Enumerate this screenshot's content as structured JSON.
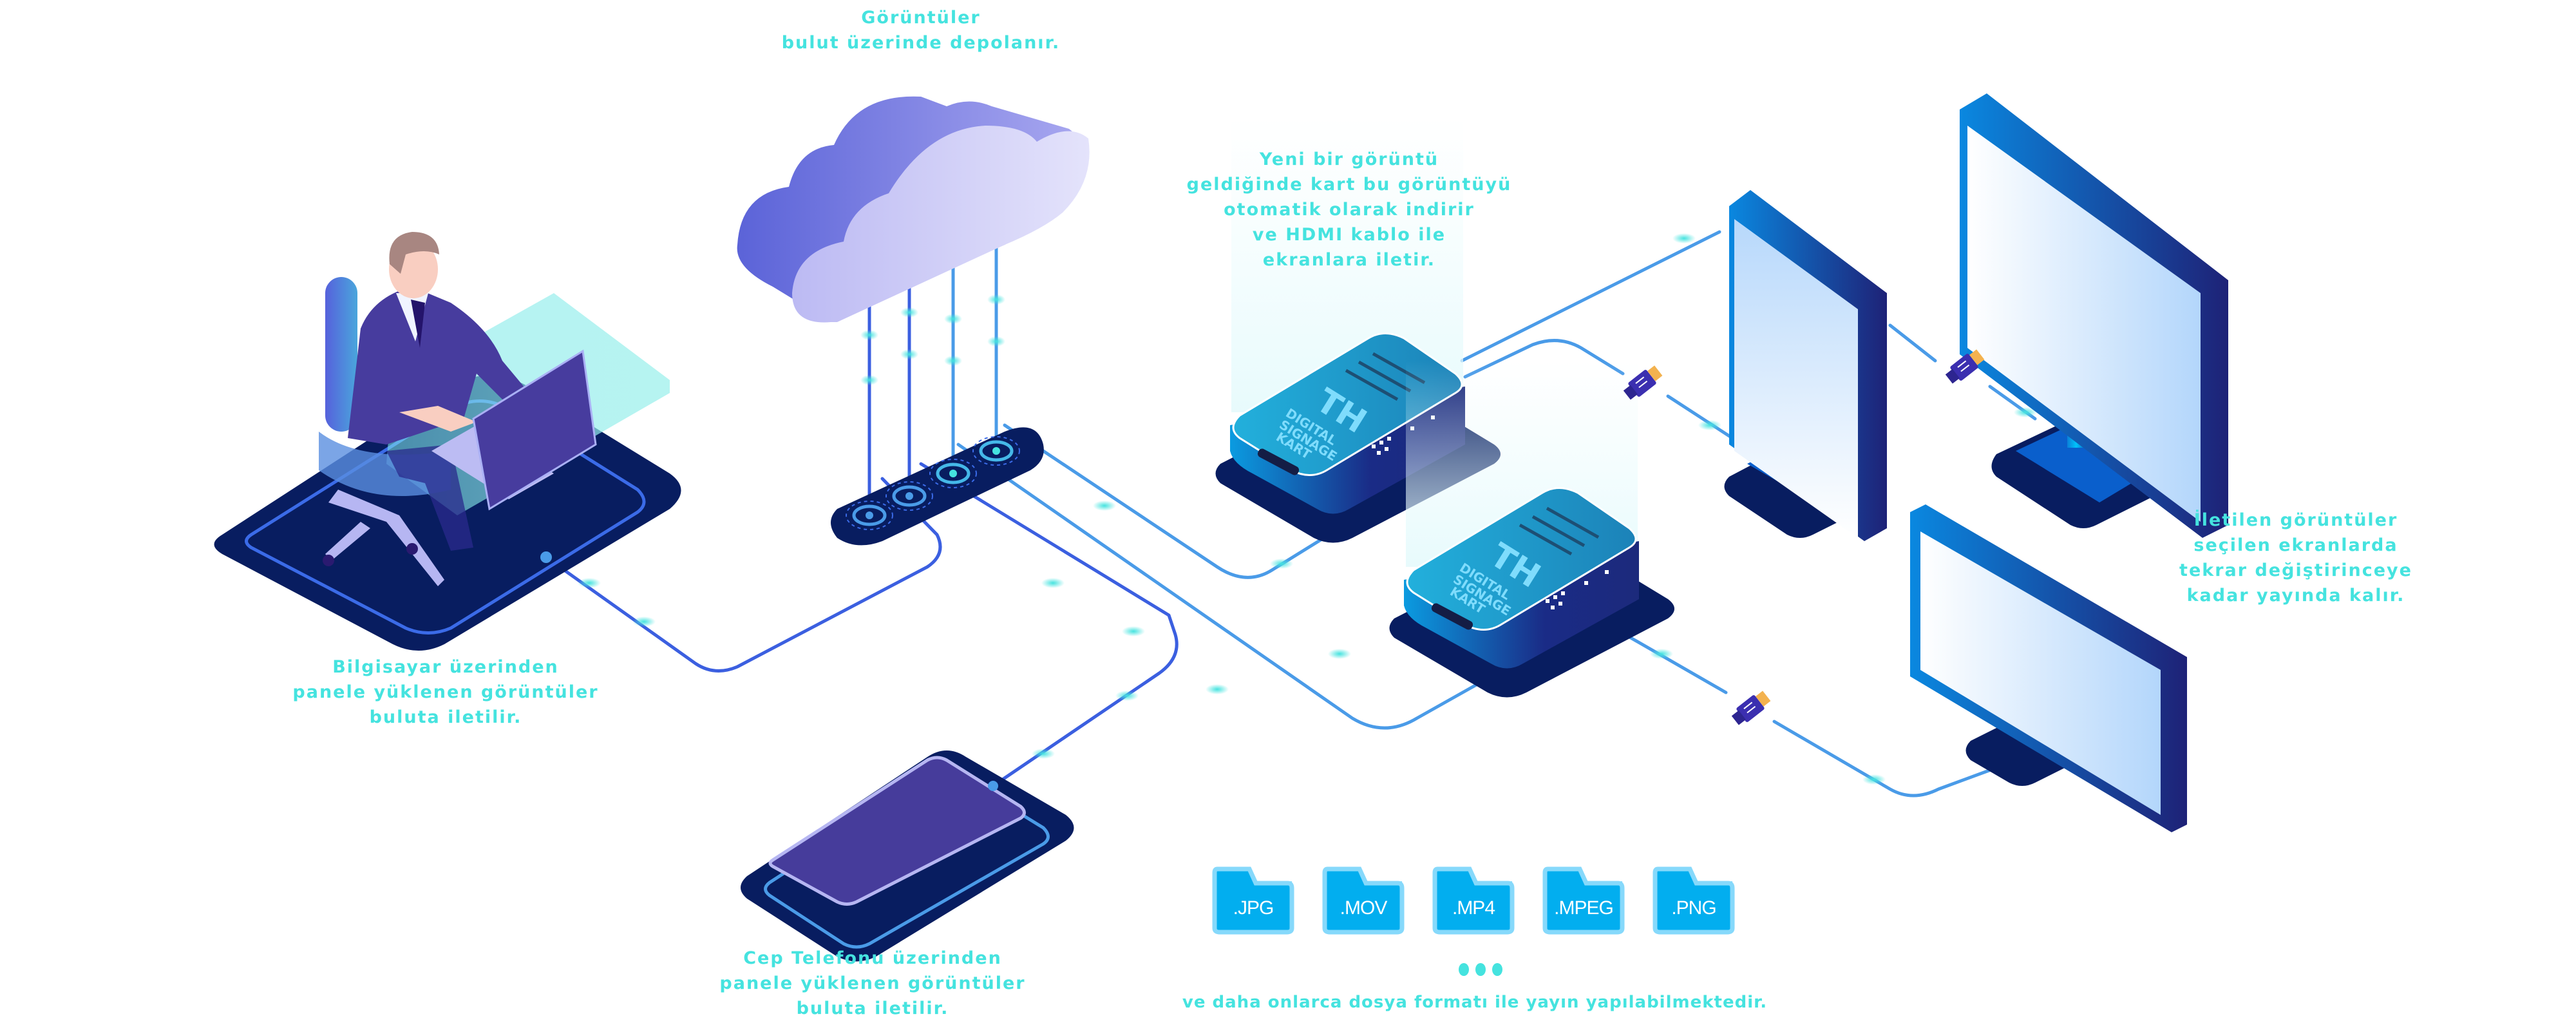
{
  "diagram": {
    "title": "Digital signage cloud workflow",
    "colors": {
      "caption_text": "#45e3df",
      "platform_dark": "#081d60",
      "line_blue": "#4a9be8",
      "line_deep": "#3b5fe0",
      "glow_cyan": "#45e3df",
      "cloud_front": "#c7c5f5",
      "cloud_side": "#6068d9",
      "card_top": "#1fa3d3",
      "card_side": "#1a2c8a",
      "screen_frame": "#0a7fdb",
      "screen_glass": "#d6e8fd",
      "folder_fill": "#02aeef",
      "folder_border": "#86d9fb",
      "hdmi_body": "#3b2fb0",
      "hdmi_tip": "#f3b24f"
    },
    "nodes": {
      "cloud": {
        "label": "cloud-storage"
      },
      "hub": {
        "ports": 4
      },
      "computer_user": {
        "label": "computer-user"
      },
      "phone": {
        "label": "mobile-phone"
      },
      "cards": [
        {
          "logo_big": "TH",
          "logo_lines": [
            "DIGITAL",
            "SIGNAGE",
            "KART"
          ]
        },
        {
          "logo_big": "TH",
          "logo_lines": [
            "DIGITAL",
            "SIGNAGE",
            "KART"
          ]
        }
      ],
      "screens": [
        {
          "orientation": "portrait"
        },
        {
          "orientation": "landscape-pole"
        },
        {
          "orientation": "landscape-desk"
        }
      ]
    },
    "captions": {
      "cloud": [
        "Görüntüler",
        "bulut üzerinde depolanır."
      ],
      "card": [
        "Yeni bir görüntü",
        "geldiğinde kart bu görüntüyü",
        "otomatik olarak indirir",
        "ve HDMI kablo ile",
        "ekranlara iletir."
      ],
      "computer": [
        "Bilgisayar üzerinden",
        "panele yüklenen görüntüler",
        "buluta iletilir."
      ],
      "phone": [
        "Cep Telefonu üzerinden",
        "panele yüklenen görüntüler",
        "buluta iletilir."
      ],
      "screens": [
        "İletilen görüntüler",
        "seçilen ekranlarda",
        "tekrar değiştirinceye",
        "kadar yayında kalır."
      ],
      "formats_note": "ve daha onlarca dosya formatı ile yayın yapılabilmektedir."
    },
    "file_formats": [
      ".JPG",
      ".MOV",
      ".MP4",
      ".MPEG",
      ".PNG"
    ],
    "more_indicator": "•••"
  }
}
